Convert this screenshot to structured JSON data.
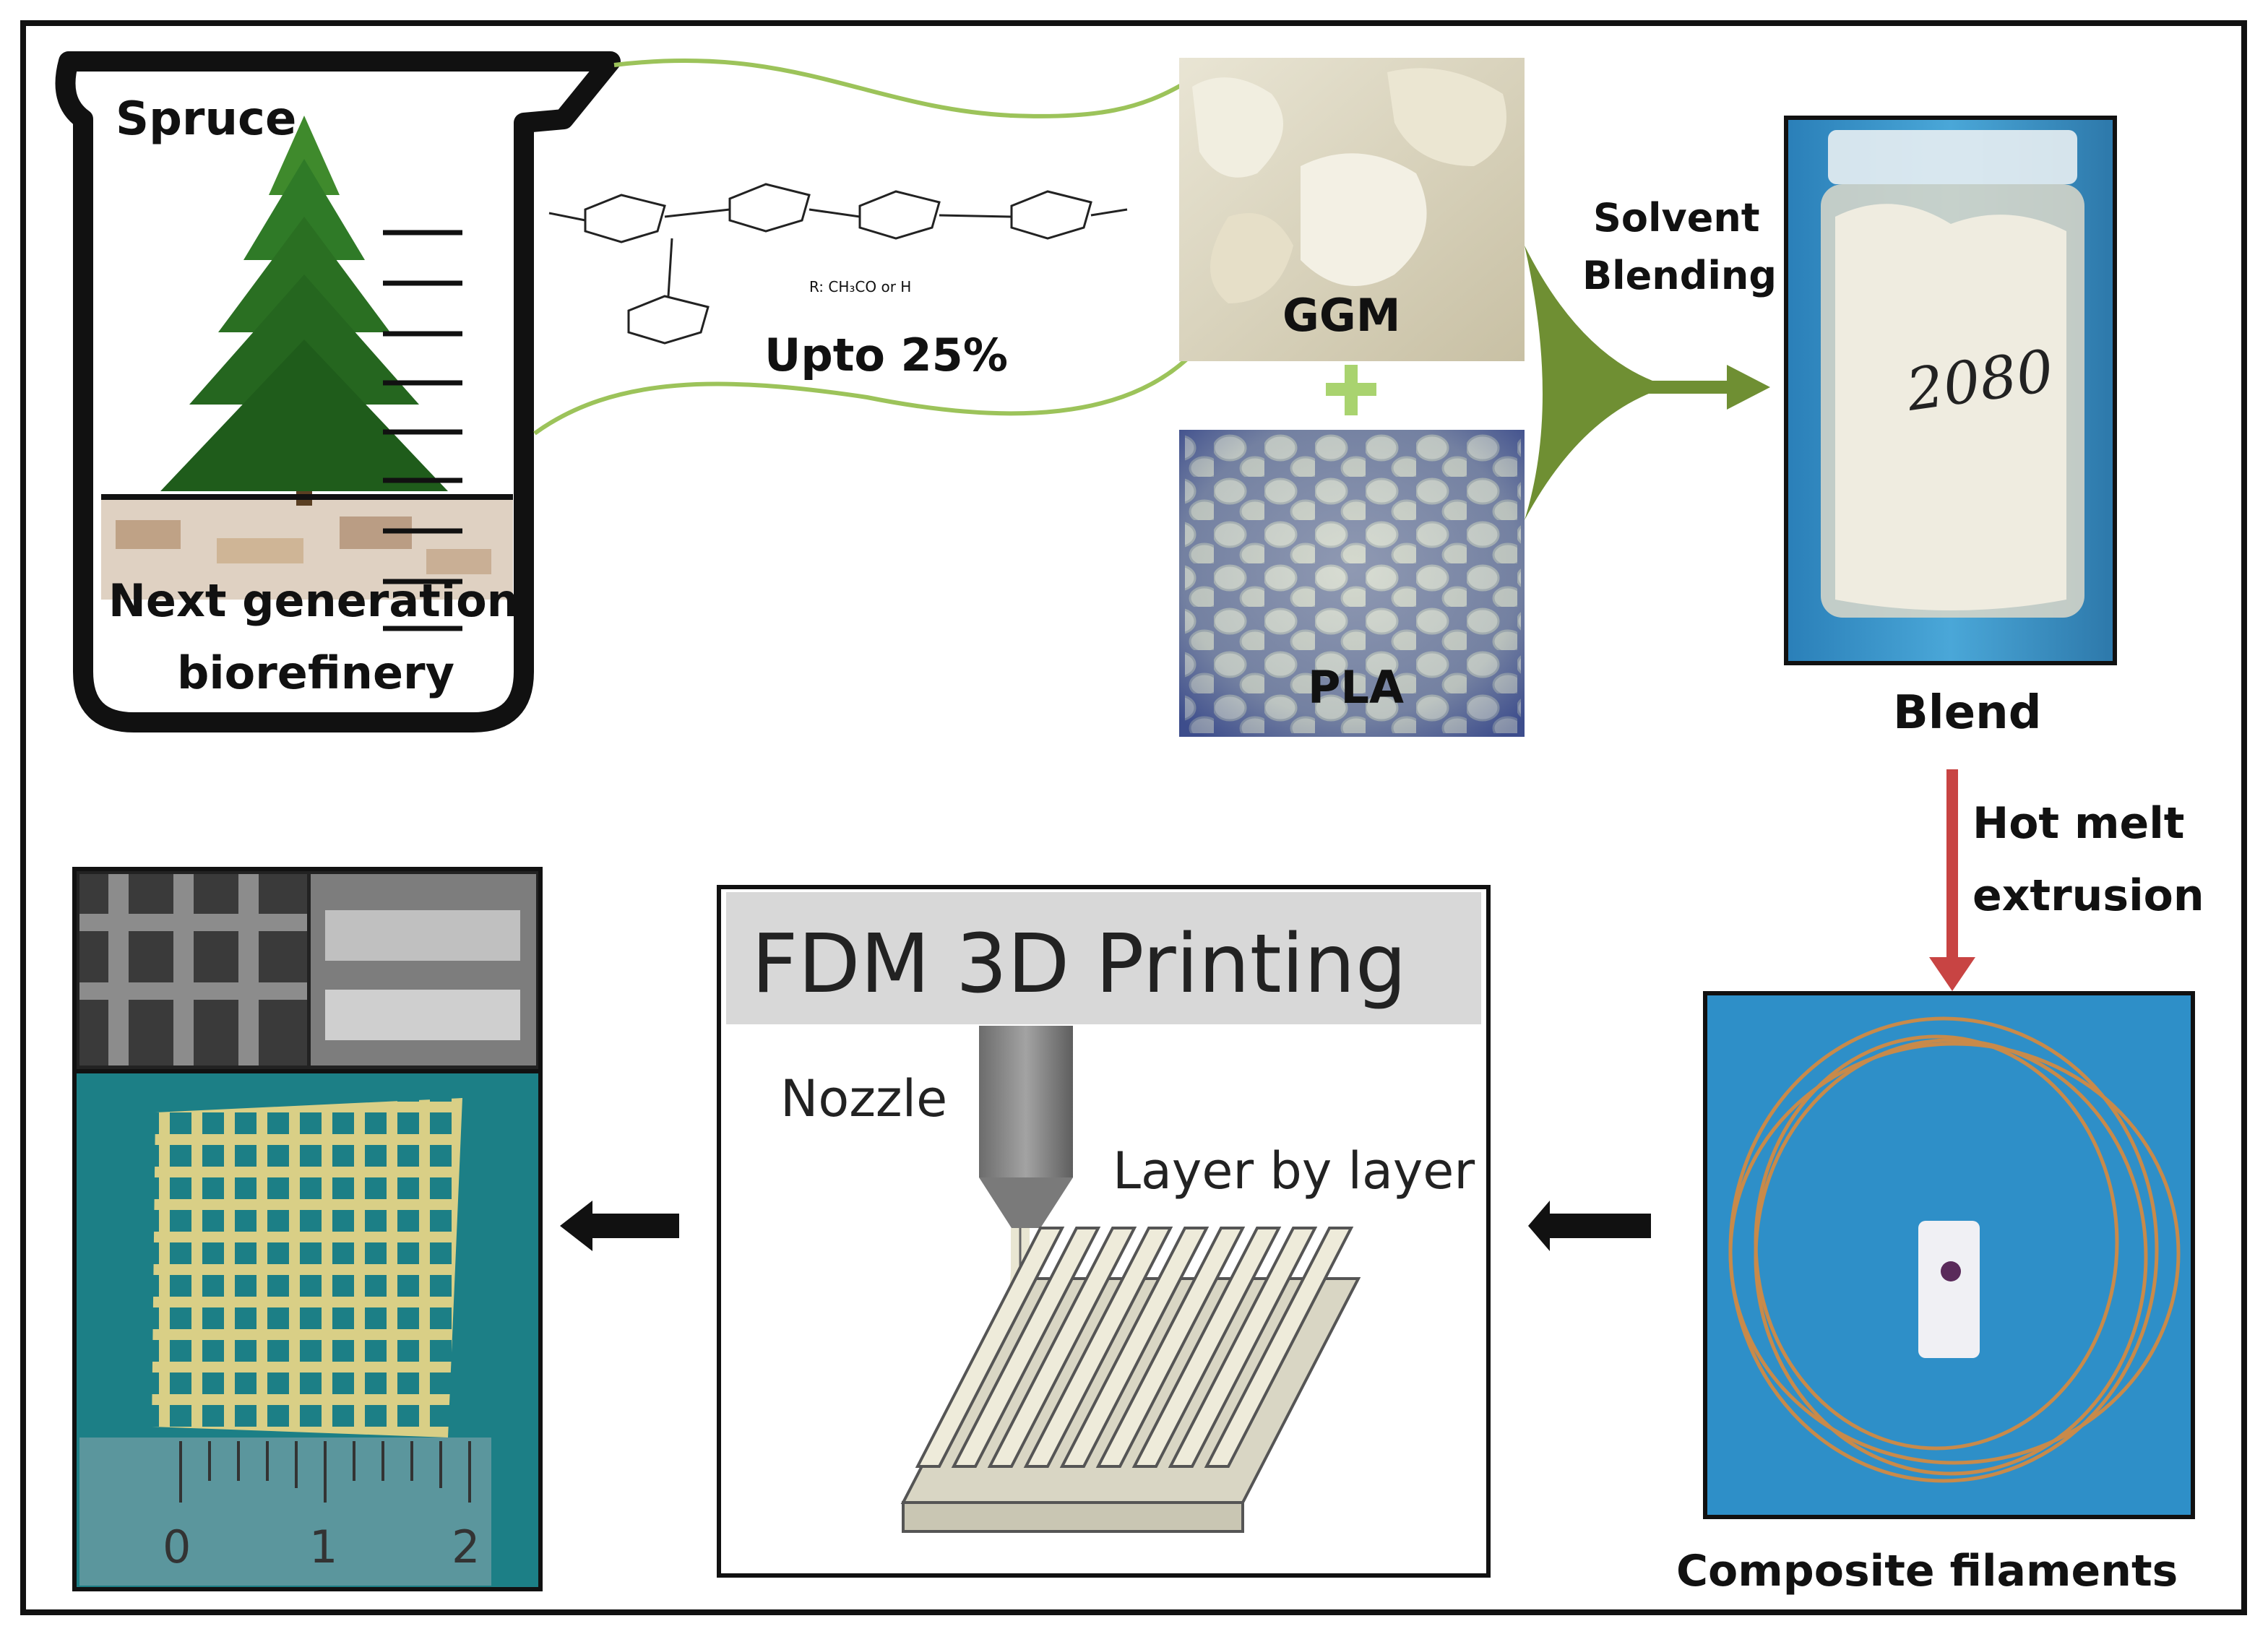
{
  "labels": {
    "spruce": "Spruce",
    "biorefinery_line1": "Next generation",
    "biorefinery_line2": "biorefinery",
    "upto": "Upto 25%",
    "chem_r": "R: CH₃CO or H",
    "ggm": "GGM",
    "pla": "PLA",
    "solvent_line1": "Solvent",
    "solvent_line2": "Blending",
    "jar_text": "2080",
    "blend": "Blend",
    "hme_line1": "Hot melt",
    "hme_line2": "extrusion",
    "composite": "Composite filaments",
    "fdm_title": "FDM 3D Printing",
    "nozzle": "Nozzle",
    "layer": "Layer by layer",
    "ruler_0": "0",
    "ruler_1": "1",
    "ruler_2": "2"
  },
  "colors": {
    "green_curve": "#9cc35a",
    "green_arrow": "#6f8f33",
    "red_arrow": "#c84443",
    "photo_blue": "#2e8fc8",
    "teal_bg": "#1c7f86"
  }
}
